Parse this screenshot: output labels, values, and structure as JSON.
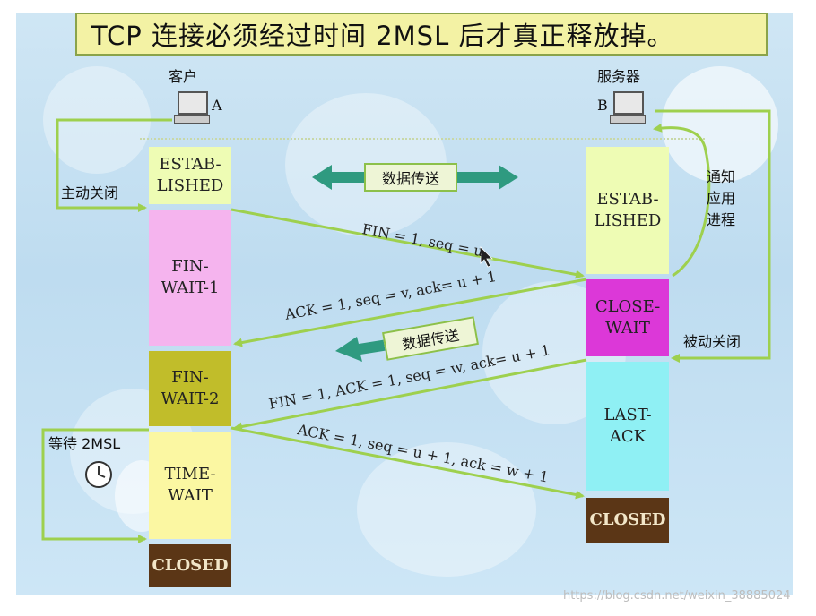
{
  "title": "TCP 连接必须经过时间 2MSL 后才真正释放掉。",
  "client": {
    "label": "客户",
    "letter": "A"
  },
  "server": {
    "label": "服务器",
    "letter": "B"
  },
  "client_states": [
    {
      "text": "ESTAB-\nLISHED",
      "color": "#eefcb4"
    },
    {
      "text": "FIN-\nWAIT-1",
      "color": "#f5b4ee"
    },
    {
      "text": "FIN-\nWAIT-2",
      "color": "#c1bd2a"
    },
    {
      "text": "TIME-\nWAIT",
      "color": "#fbf7a2"
    },
    {
      "text": "CLOSED",
      "color": "#5b3616"
    }
  ],
  "server_states": [
    {
      "text": "ESTAB-\nLISHED",
      "color": "#eefcb4"
    },
    {
      "text": "CLOSE-\nWAIT",
      "color": "#dc38d8"
    },
    {
      "text": "LAST-\nACK",
      "color": "#8ff0f4"
    },
    {
      "text": "CLOSED",
      "color": "#5b3616"
    }
  ],
  "side_labels": {
    "active_close": "主动关闭",
    "notify_app": "通知\n应用\n进程",
    "passive_close": "被动关闭",
    "wait_2msl": "等待 2MSL"
  },
  "data_transfer": [
    "数据传送",
    "数据传送"
  ],
  "messages": [
    "FIN = 1, seq = u",
    "ACK = 1, seq = v, ack= u + 1",
    "FIN = 1, ACK = 1, seq = w, ack= u + 1",
    "ACK = 1, seq = u + 1, ack = w + 1"
  ],
  "colors": {
    "arrow": "#9ed04e",
    "teal": "#2f9a80"
  },
  "watermark": "https://blog.csdn.net/weixin_38885024"
}
